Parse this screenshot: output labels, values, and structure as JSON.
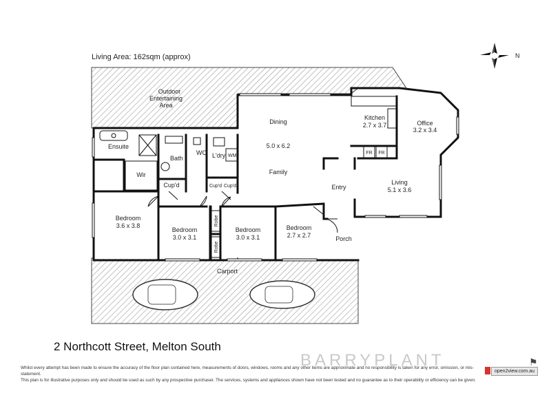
{
  "header": {
    "living_area": "Living Area: 162sqm (approx)"
  },
  "compass": {
    "label": "N"
  },
  "rooms": {
    "outdoor": "Outdoor Entertaining Area",
    "ensuite": "Ensuite",
    "bath": "Bath",
    "wc": "WC",
    "laundry": "L'dry",
    "wm": "WM",
    "dining": "Dining",
    "dining_family_dims": "5.0 x 6.2",
    "family": "Family",
    "kitchen": "Kitchen",
    "kitchen_dims": "2.7 x 3.7",
    "office": "Office",
    "office_dims": "3.2 x 3.4",
    "fr": "FR",
    "wir": "Wir",
    "cupd": "Cup'd",
    "entry": "Entry",
    "living": "Living",
    "living_dims": "5.1 x 3.6",
    "bed1": "Bedroom",
    "bed1_dims": "3.6 x 3.8",
    "bed2": "Bedroom",
    "bed2_dims": "3.0 x 3.1",
    "robe": "Robe",
    "bed3": "Bedroom",
    "bed3_dims": "3.0 x 3.1",
    "bed4": "Bedroom",
    "bed4_dims": "2.7 x 2.7",
    "porch": "Porch",
    "carport": "Carport"
  },
  "footer": {
    "address": "2 Northcott Street, Melton South",
    "disclaimer_1": "Whilst every attempt has been made to ensure the accuracy of the floor plan contained here, measurements of doors, windows, rooms and any other items are approximate and no responsibility is taken for any error, omission, or mis-statement.",
    "disclaimer_2": "This plan is for illustrative purposes only and should be used as such by any prospective purchaser. The services, systems and appliances shown have not been tested and no guarantee as to their operability or efficiency can be given.",
    "brand": "BARRYPLANT",
    "site": "open2view.com.au"
  }
}
